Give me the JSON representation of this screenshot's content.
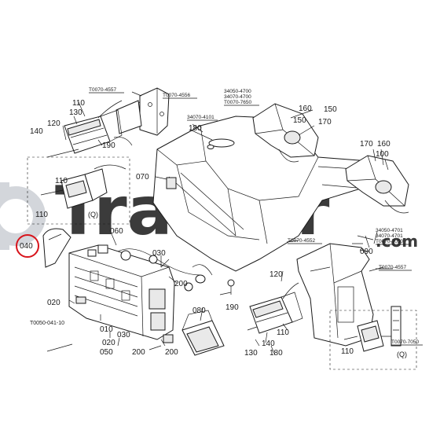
{
  "watermark": {
    "text": "Traktor",
    "suffix": ".com"
  },
  "highlighted_callout": "040",
  "footer_code": "T0050-041-10",
  "group_markers": [
    "(Q)",
    "(Q)"
  ],
  "reference_codes": [
    "T0070-4557",
    "T0070-4556",
    "34070-4101",
    "34050-4700",
    "34070-4700",
    "T0070-7650",
    "T0070-4552",
    "34050-4701",
    "34070-4701",
    "T0070-7050",
    "T0070-4557",
    "T0070-7050"
  ],
  "callouts": [
    "110",
    "130",
    "120",
    "140",
    "190",
    "110",
    "110",
    "180",
    "070",
    "160",
    "150",
    "170",
    "150",
    "170",
    "160",
    "100",
    "030",
    "060",
    "200",
    "020",
    "010",
    "030",
    "020",
    "050",
    "080",
    "190",
    "120",
    "140",
    "130",
    "110",
    "180",
    "090",
    "200"
  ],
  "colors": {
    "line": "#1a1a1a",
    "watermark": "#c9ccd2",
    "callout_ring": "#d8141c"
  }
}
